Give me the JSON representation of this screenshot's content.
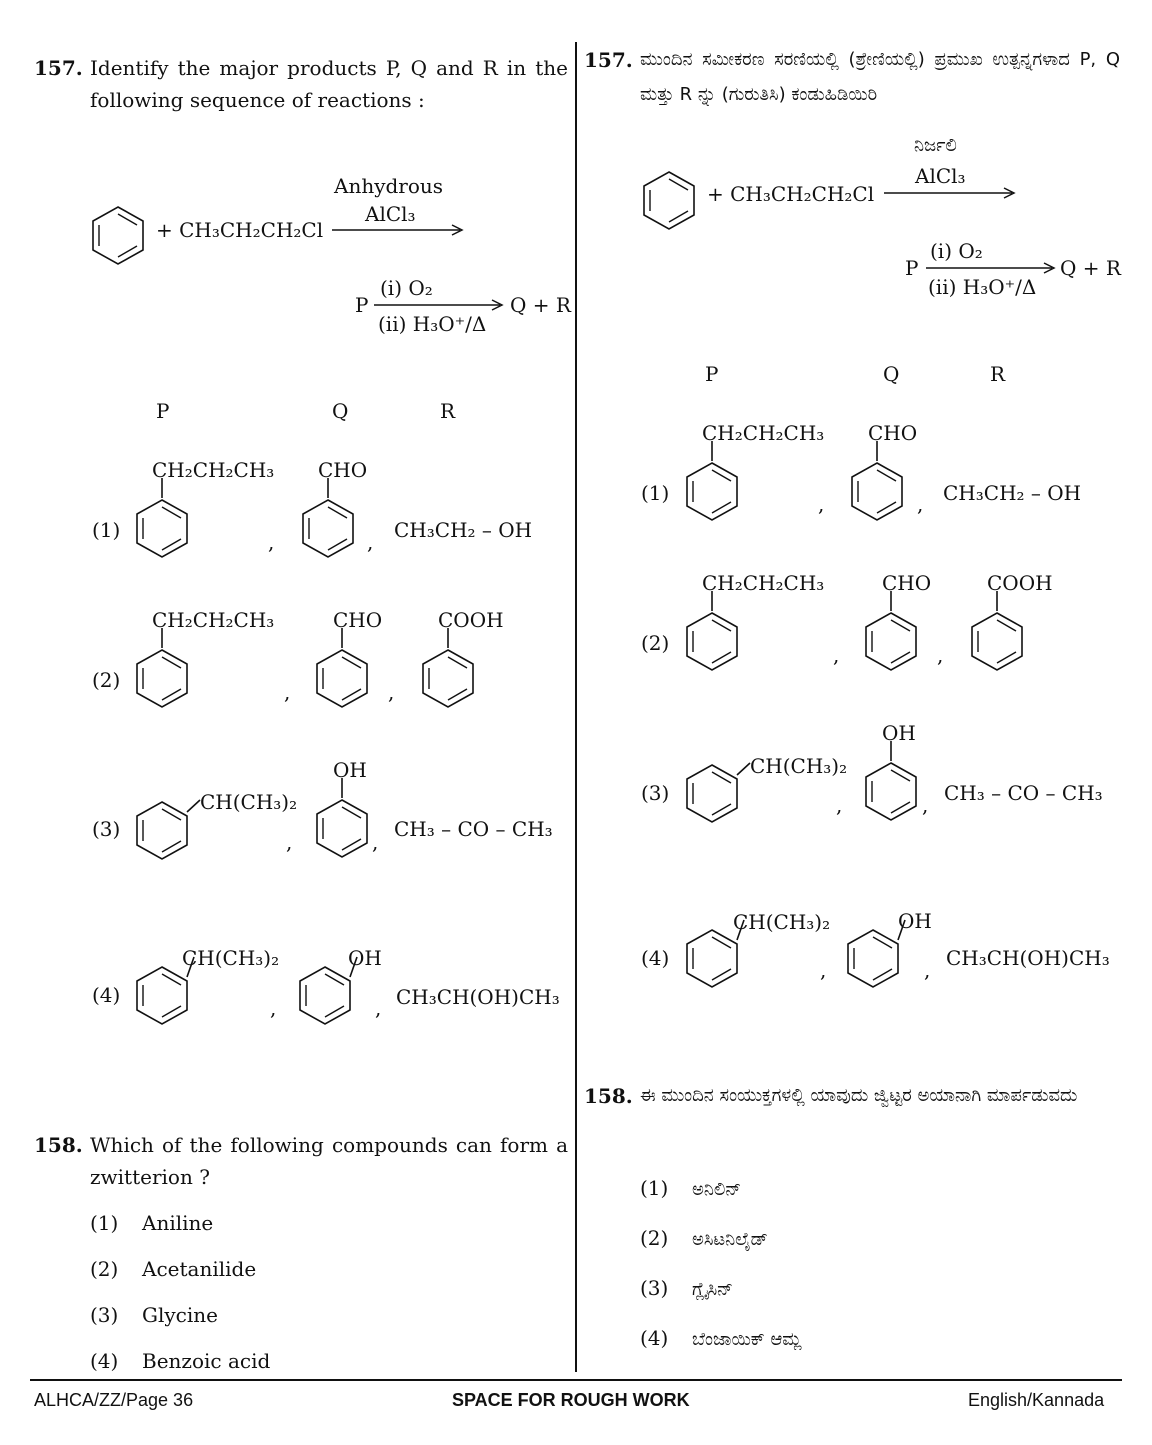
{
  "left": {
    "q157": {
      "number": "157.",
      "text": "Identify the major products P, Q and R in the following sequence of reactions :",
      "reagent_top": "Anhydrous",
      "reagent_bottom": "AlCl₃",
      "reactant": "+ CH₃CH₂CH₂Cl",
      "step2_from": "P",
      "step2_top": "(i) O₂",
      "step2_bottom": "(ii) H₃O⁺/Δ",
      "step2_to": "Q + R",
      "col_p": "P",
      "col_q": "Q",
      "col_r": "R",
      "options": [
        {
          "num": "(1)",
          "p": "CH₂CH₂CH₃",
          "q": "CHO",
          "r": "CH₃CH₂ – OH"
        },
        {
          "num": "(2)",
          "p": "CH₂CH₂CH₃",
          "q": "CHO",
          "r": "COOH"
        },
        {
          "num": "(3)",
          "p": "CH(CH₃)₂",
          "q": "OH",
          "r": "CH₃ – CO – CH₃"
        },
        {
          "num": "(4)",
          "p": "CH(CH₃)₂",
          "q": "OH",
          "r": "CH₃CH(OH)CH₃"
        }
      ]
    },
    "q158": {
      "number": "158.",
      "text": "Which of the following compounds can form a zwitterion ?",
      "options": [
        {
          "num": "(1)",
          "text": "Aniline"
        },
        {
          "num": "(2)",
          "text": "Acetanilide"
        },
        {
          "num": "(3)",
          "text": "Glycine"
        },
        {
          "num": "(4)",
          "text": "Benzoic acid"
        }
      ]
    }
  },
  "right": {
    "q157": {
      "number": "157.",
      "text": "ಮುಂದಿನ ಸಮೀಕರಣ ಸರಣಿಯಲ್ಲಿ (ಶ್ರೇಣಿಯಲ್ಲಿ) ಪ್ರಮುಖ ಉತ್ಪನ್ನಗಳಾದ P, Q ಮತ್ತು R ನ್ನು (ಗುರುತಿಸಿ) ಕಂಡುಹಿಡಿಯಿರಿ",
      "reagent_top": "ನಿರ್ಜಲಿ",
      "reagent_bottom": "AlCl₃",
      "reactant": "+ CH₃CH₂CH₂Cl",
      "step2_from": "P",
      "step2_top": "(i) O₂",
      "step2_bottom": "(ii) H₃O⁺/Δ",
      "step2_to": "Q + R",
      "col_p": "P",
      "col_q": "Q",
      "col_r": "R",
      "options": [
        {
          "num": "(1)",
          "p": "CH₂CH₂CH₃",
          "q": "CHO",
          "r": "CH₃CH₂ – OH"
        },
        {
          "num": "(2)",
          "p": "CH₂CH₂CH₃",
          "q": "CHO",
          "r": "COOH"
        },
        {
          "num": "(3)",
          "p": "CH(CH₃)₂",
          "q": "OH",
          "r": "CH₃ – CO – CH₃"
        },
        {
          "num": "(4)",
          "p": "CH(CH₃)₂",
          "q": "OH",
          "r": "CH₃CH(OH)CH₃"
        }
      ]
    },
    "q158": {
      "number": "158.",
      "text": "ಈ ಮುಂದಿನ ಸಂಯುಕ್ತಗಳಲ್ಲಿ ಯಾವುದು ಜ್ವಿಟ್ಟರ ಅಯಾನಾಗಿ ಮಾರ್ಪಡುವದು",
      "options": [
        {
          "num": "(1)",
          "text": "ಅನಿಲಿನ್"
        },
        {
          "num": "(2)",
          "text": "ಅಸಿಟನಿಲೈಡ್"
        },
        {
          "num": "(3)",
          "text": "ಗ್ಲೈಸಿನ್"
        },
        {
          "num": "(4)",
          "text": "ಬೆಂಜಾಯಿಕ್ ಆಮ್ಲ"
        }
      ]
    }
  },
  "footer": {
    "left": "ALHCA/ZZ/Page 36",
    "center": "SPACE FOR ROUGH WORK",
    "right": "English/Kannada"
  }
}
